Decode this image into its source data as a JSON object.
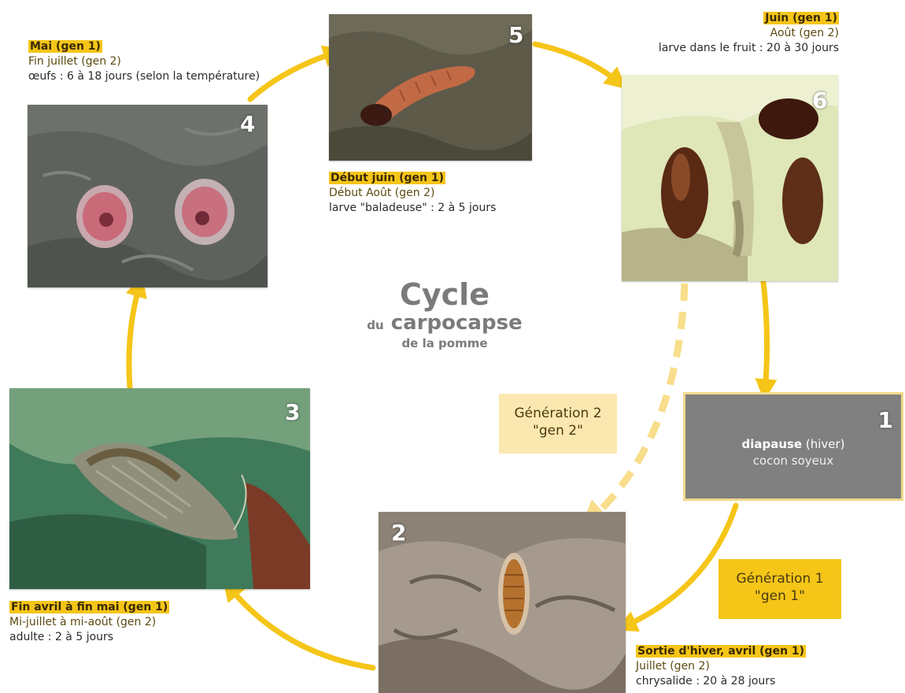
{
  "title": {
    "main": "Cycle",
    "sub_prefix": "du",
    "sub_main": "carpocapse",
    "tail": "de la pomme"
  },
  "stages": {
    "s1": {
      "number": "1",
      "line1_bold": "diapause",
      "line1_rest": " (hiver)",
      "line2": "cocon soyeux"
    },
    "s2": {
      "number": "2",
      "date1": "Sortie d'hiver, avril (gen 1)",
      "date2": "Juillet (gen 2)",
      "desc": "chrysalide : 20 à 28 jours"
    },
    "s3": {
      "number": "3",
      "date1": "Fin avril à fin mai (gen 1)",
      "date2": "Mi-juillet à mi-août (gen 2)",
      "desc": "adulte : 2 à 5 jours"
    },
    "s4": {
      "number": "4",
      "date1": "Mai (gen 1)",
      "date2": "Fin juillet (gen 2)",
      "desc": "œufs : 6 à 18 jours",
      "desc_note": " (selon la température)"
    },
    "s5": {
      "number": "5",
      "date1": "Début juin (gen 1)",
      "date2": "Début Août (gen 2)",
      "desc": "larve \"baladeuse\" : 2 à 5 jours"
    },
    "s6": {
      "number": "6",
      "date1": "Juin (gen 1)",
      "date2": "Août (gen 2)",
      "desc": "larve dans le fruit : 20 à 30 jours"
    }
  },
  "generations": {
    "gen2": {
      "line1": "Génération 2",
      "line2": "\"gen 2\"",
      "color": "#fbe8b0"
    },
    "gen1": {
      "line1": "Génération 1",
      "line2": "\"gen 1\"",
      "color": "#f5c518"
    }
  },
  "colors": {
    "arrow": "#f5c518",
    "arrow_light": "#f8dd8a",
    "highlight": "#f5c518",
    "diapause_box": "#808080",
    "title": "#7b7b7b"
  }
}
